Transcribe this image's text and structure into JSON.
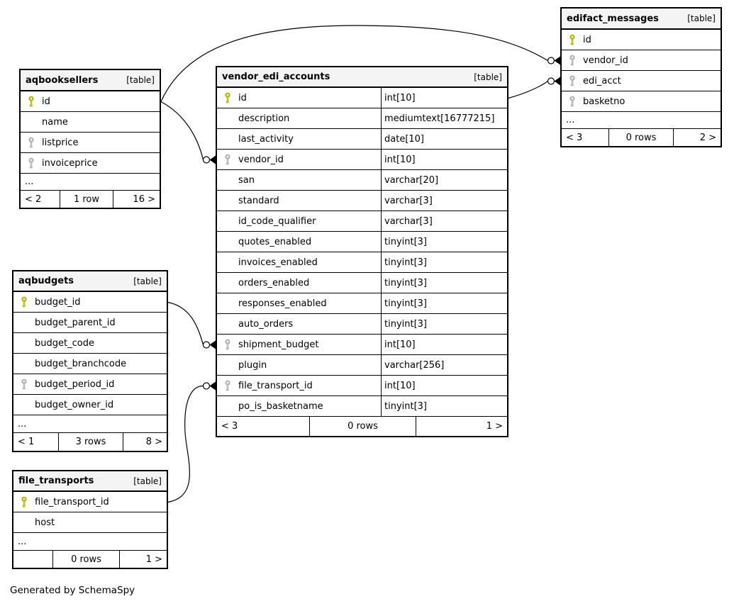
{
  "note": "Generated by SchemaSpy",
  "colors": {
    "primary_key": "#d8d800",
    "primary_key_stroke": "#9a9a00",
    "foreign_key": "#cccccc",
    "foreign_key_stroke": "#9c9c9c",
    "header_bg": "#f4f4f4",
    "border": "#000000",
    "line": "#000000"
  },
  "tables": [
    {
      "name": "aqbooksellers",
      "tag": "[table]",
      "columns": [
        {
          "name": "id",
          "key": "pk"
        },
        {
          "name": "name",
          "key": ""
        },
        {
          "name": "listprice",
          "key": "fk"
        },
        {
          "name": "invoiceprice",
          "key": "fk"
        }
      ],
      "ellipsis": "...",
      "footer": {
        "left": "< 2",
        "center": "1 row",
        "right": "16 >"
      }
    },
    {
      "name": "aqbudgets",
      "tag": "[table]",
      "columns": [
        {
          "name": "budget_id",
          "key": "pk"
        },
        {
          "name": "budget_parent_id",
          "key": ""
        },
        {
          "name": "budget_code",
          "key": ""
        },
        {
          "name": "budget_branchcode",
          "key": ""
        },
        {
          "name": "budget_period_id",
          "key": "fk"
        },
        {
          "name": "budget_owner_id",
          "key": ""
        }
      ],
      "ellipsis": "...",
      "footer": {
        "left": "< 1",
        "center": "3 rows",
        "right": "8 >"
      }
    },
    {
      "name": "file_transports",
      "tag": "[table]",
      "columns": [
        {
          "name": "file_transport_id",
          "key": "pk"
        },
        {
          "name": "host",
          "key": ""
        }
      ],
      "ellipsis": "...",
      "footer": {
        "left": "",
        "center": "0 rows",
        "right": "1 >"
      }
    },
    {
      "name": "vendor_edi_accounts",
      "tag": "[table]",
      "columns": [
        {
          "name": "id",
          "type": "int[10]",
          "key": "pk"
        },
        {
          "name": "description",
          "type": "mediumtext[16777215]",
          "key": ""
        },
        {
          "name": "last_activity",
          "type": "date[10]",
          "key": ""
        },
        {
          "name": "vendor_id",
          "type": "int[10]",
          "key": "fk"
        },
        {
          "name": "san",
          "type": "varchar[20]",
          "key": ""
        },
        {
          "name": "standard",
          "type": "varchar[3]",
          "key": ""
        },
        {
          "name": "id_code_qualifier",
          "type": "varchar[3]",
          "key": ""
        },
        {
          "name": "quotes_enabled",
          "type": "tinyint[3]",
          "key": ""
        },
        {
          "name": "invoices_enabled",
          "type": "tinyint[3]",
          "key": ""
        },
        {
          "name": "orders_enabled",
          "type": "tinyint[3]",
          "key": ""
        },
        {
          "name": "responses_enabled",
          "type": "tinyint[3]",
          "key": ""
        },
        {
          "name": "auto_orders",
          "type": "tinyint[3]",
          "key": ""
        },
        {
          "name": "shipment_budget",
          "type": "int[10]",
          "key": "fk"
        },
        {
          "name": "plugin",
          "type": "varchar[256]",
          "key": ""
        },
        {
          "name": "file_transport_id",
          "type": "int[10]",
          "key": "fk"
        },
        {
          "name": "po_is_basketname",
          "type": "tinyint[3]",
          "key": ""
        }
      ],
      "footer": {
        "left": "< 3",
        "center": "0 rows",
        "right": "1 >"
      }
    },
    {
      "name": "edifact_messages",
      "tag": "[table]",
      "columns": [
        {
          "name": "id",
          "key": "pk"
        },
        {
          "name": "vendor_id",
          "key": "fk"
        },
        {
          "name": "edi_acct",
          "key": "fk"
        },
        {
          "name": "basketno",
          "key": "fk"
        }
      ],
      "ellipsis": "...",
      "footer": {
        "left": "< 3",
        "center": "0 rows",
        "right": "2 >"
      }
    }
  ],
  "relationships": [
    {
      "parent": "aqbooksellers.id",
      "child": "edifact_messages.vendor_id"
    },
    {
      "parent": "aqbooksellers.id",
      "child": "vendor_edi_accounts.vendor_id"
    },
    {
      "parent": "vendor_edi_accounts.id",
      "child": "edifact_messages.edi_acct"
    },
    {
      "parent": "aqbudgets.budget_id",
      "child": "vendor_edi_accounts.shipment_budget"
    },
    {
      "parent": "file_transports.file_transport_id",
      "child": "vendor_edi_accounts.file_transport_id"
    }
  ]
}
